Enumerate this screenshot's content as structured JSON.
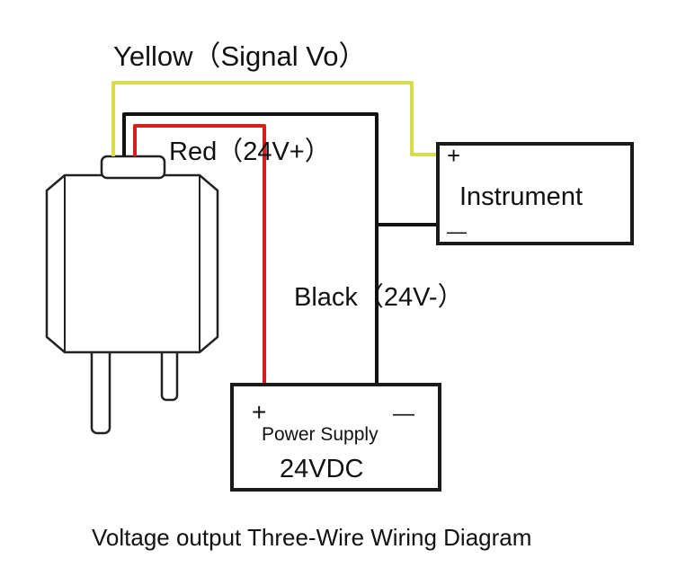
{
  "labels": {
    "yellow": "Yellow（Signal Vo）",
    "red": "Red（24V+）",
    "black": "Black（24V-）",
    "instrument": "Instrument",
    "power_supply": "Power Supply",
    "voltage": "24VDC",
    "caption": "Voltage output Three-Wire Wiring Diagram"
  },
  "terminals": {
    "plus": "+",
    "minus": "—"
  },
  "colors": {
    "yellow_wire": "#d8dc4c",
    "red_wire": "#d21f1f",
    "black_wire": "#111111",
    "outline": "#1a1a1a"
  },
  "icons": {
    "sensor": "pressure-transmitter-icon"
  }
}
